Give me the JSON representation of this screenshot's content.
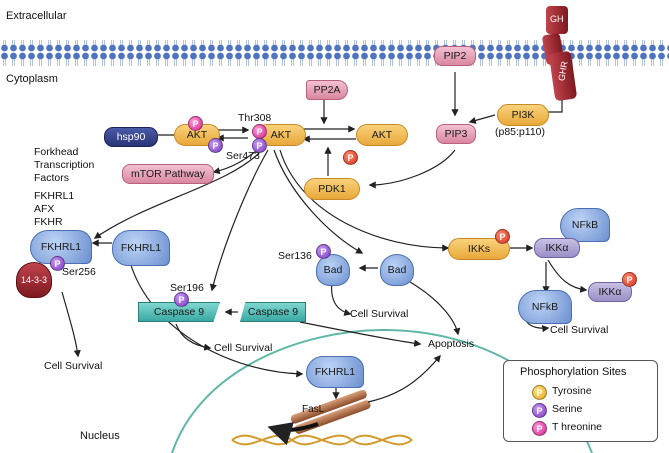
{
  "compartments": {
    "extracellular": "Extracellular",
    "cytoplasm": "Cytoplasm",
    "nucleus": "Nucleus"
  },
  "nodes": {
    "gh": "GH",
    "ghr": "GHR",
    "pip2": "PIP2",
    "pip3": "PIP3",
    "pi3k": "PI3K",
    "pi3k_sub": "(p85:p110)",
    "pp2a": "PP2A",
    "hsp90": "hsp90",
    "akt_left": "AKT",
    "akt_center": "AKT",
    "akt_right": "AKT",
    "mtor": "mTOR Pathway",
    "pdk1": "PDK1",
    "fkhrl1_bound": "FKHRL1",
    "fkhrl1_free": "FKHRL1",
    "fkhrl1_nuc": "FKHRL1",
    "protein_1433": "14-3-3",
    "bad_p": "Bad",
    "bad": "Bad",
    "caspase9_p": "Caspase 9",
    "caspase9": "Caspase 9",
    "ikks": "IKKs",
    "nfkb_top": "NFkB",
    "ikka_top": "IKKα",
    "ikka_bottom": "IKKα",
    "nfkb_bottom": "NFkB",
    "fasl": "FasL"
  },
  "labels": {
    "thr308": "Thr308",
    "ser473": "Ser473",
    "forkhead": "Forkhead\nTranscription\nFactors",
    "fkhr_list": "FKHRL1\nAFX\nFKHR",
    "ser256": "Ser256",
    "ser136": "Ser136",
    "ser196": "Ser196",
    "cell_survival_1": "Cell Survival",
    "cell_survival_2": "Cell Survival",
    "cell_survival_3": "Cell Survival",
    "cell_survival_4": "Cell Survival",
    "apoptosis": "Apoptosis"
  },
  "legend": {
    "title": "Phosphorylation Sites",
    "items": [
      {
        "letter": "P",
        "label": "Tyrosine",
        "color": "#e3a615"
      },
      {
        "letter": "P",
        "label": "Serine",
        "color": "#7b36c2"
      },
      {
        "letter": "P",
        "label": "T hreonine",
        "color": "#d0208e"
      }
    ]
  },
  "colors": {
    "membrane": "#4a6fb8",
    "nucleus_border": "#5fb7a8",
    "akt": "#f0b650",
    "phospho_threonine": "#d0208e",
    "phospho_serine": "#7b36c2",
    "phospho_red": "#d8301d"
  }
}
